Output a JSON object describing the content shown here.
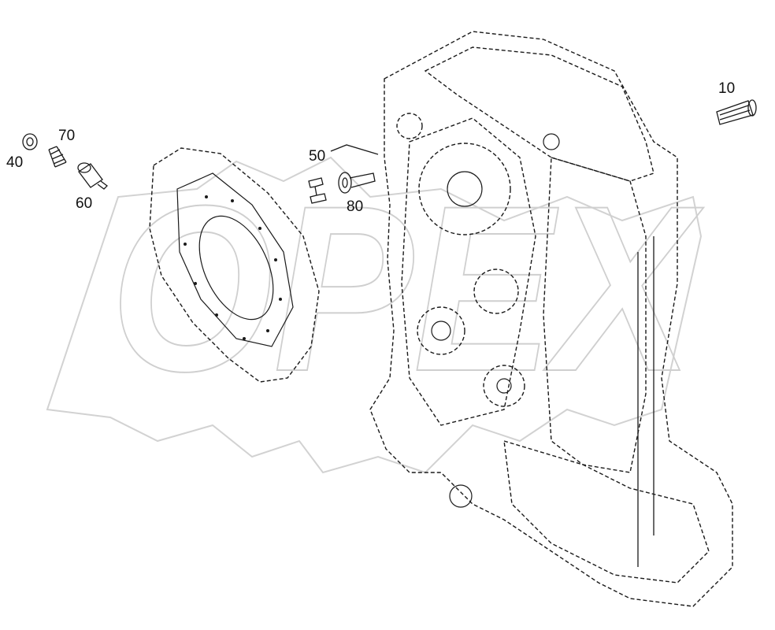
{
  "watermark": {
    "text": "OPEX"
  },
  "corner_mark": "",
  "callouts": {
    "c10": "10",
    "c40": "40",
    "c50": "50",
    "c60": "60",
    "c70": "70",
    "c80": "80"
  },
  "colors": {
    "line": "#1a1a1a",
    "watermark": "#cfcfcf",
    "background": "#ffffff"
  }
}
